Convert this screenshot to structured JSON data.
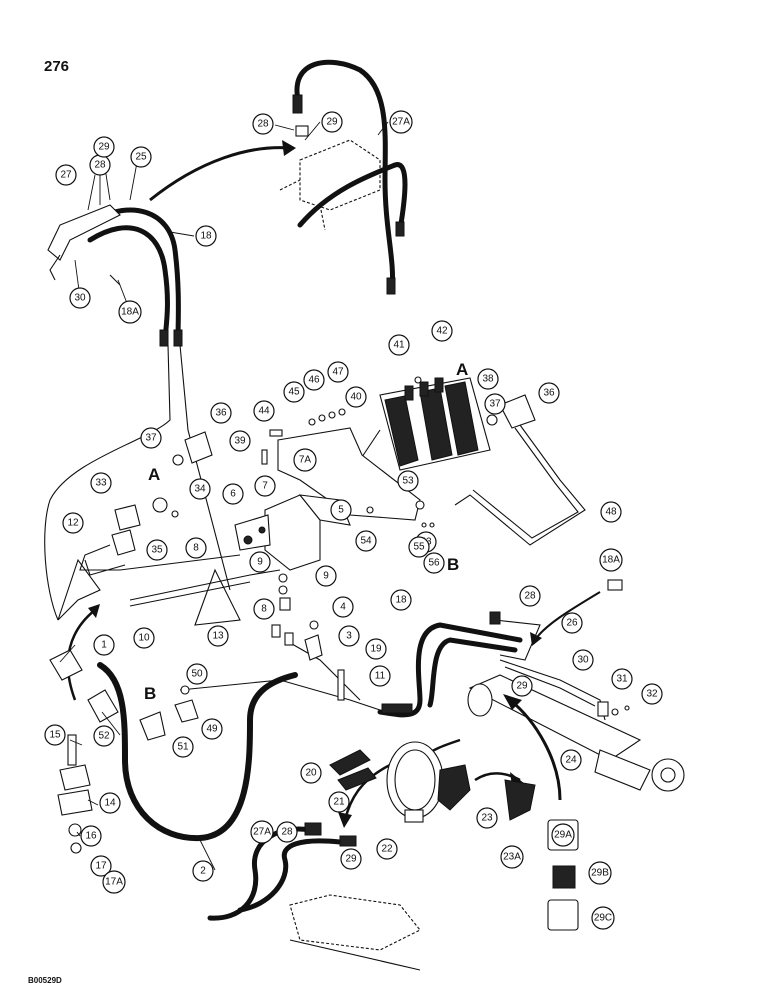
{
  "page": {
    "number": "276",
    "figure_code": "B00529D"
  },
  "connection_letters": [
    "A",
    "B"
  ],
  "callouts": [
    "1",
    "2",
    "3",
    "4",
    "5",
    "6",
    "7",
    "7A",
    "8",
    "9",
    "10",
    "11",
    "12",
    "13",
    "14",
    "15",
    "16",
    "17",
    "17A",
    "18",
    "18A",
    "19",
    "20",
    "21",
    "22",
    "23",
    "23A",
    "24",
    "25",
    "26",
    "27",
    "27A",
    "28",
    "29",
    "29A",
    "29B",
    "29C",
    "30",
    "31",
    "32",
    "33",
    "34",
    "35",
    "36",
    "37",
    "38",
    "39",
    "40",
    "41",
    "42",
    "43",
    "44",
    "45",
    "46",
    "47",
    "48",
    "49",
    "50",
    "51",
    "52",
    "53",
    "54",
    "55",
    "56"
  ]
}
